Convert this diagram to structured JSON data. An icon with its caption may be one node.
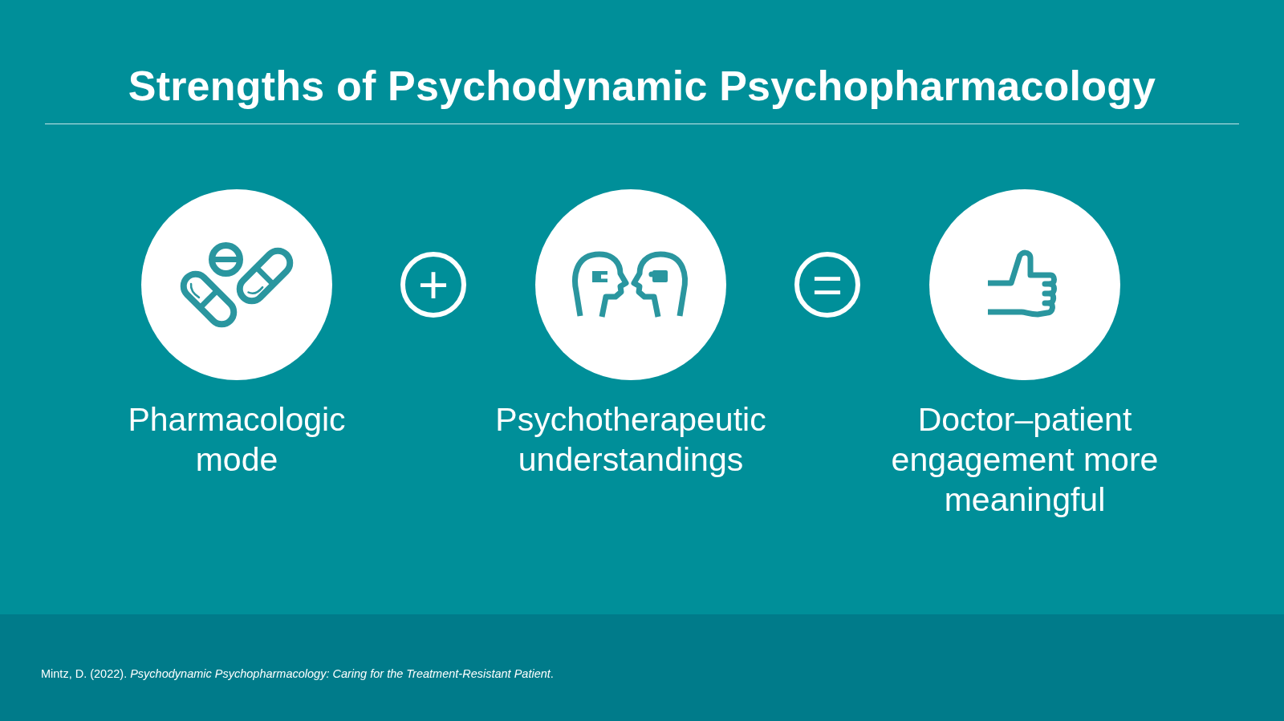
{
  "diagram": {
    "title": "Strengths of Psychodynamic Psychopharmacology",
    "nodes": [
      {
        "text": [
          "Pharmacologic mode"
        ]
      },
      {
        "text": [
          "+"
        ]
      },
      {
        "text": [
          "Psychotherapeutic understandings"
        ]
      },
      {
        "text": [
          "="
        ]
      },
      {
        "text": [
          "Doctor–patient engagement more meaningful"
        ]
      }
    ],
    "labels": [
      "Mintz, D. (2022). *Psychodynamic Psychopharmacology: Caring for the Treatment-Resistant Patient*."
    ]
  }
}
